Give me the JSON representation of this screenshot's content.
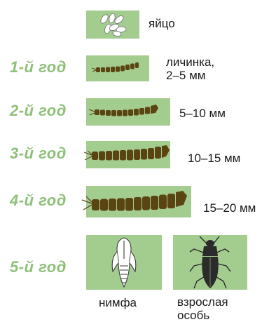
{
  "stages": {
    "egg": {
      "label": "яйцо"
    },
    "year1": {
      "year": "1-й год",
      "label_line1": "личинка,",
      "label_line2": "2–5 мм"
    },
    "year2": {
      "year": "2-й год",
      "label": "5–10 мм"
    },
    "year3": {
      "year": "3-й год",
      "label": "10–15 мм"
    },
    "year4": {
      "year": "4-й год",
      "label": "15–20 мм"
    },
    "year5": {
      "year": "5-й год",
      "pupa_label": "нимфа",
      "adult_label_line1": "взрослая",
      "adult_label_line2": "особь"
    }
  },
  "colors": {
    "panel": "#a3cc8f",
    "year_text": "#8fc07a",
    "larva": "#5a4412",
    "beetle": "#2b2b2b"
  }
}
